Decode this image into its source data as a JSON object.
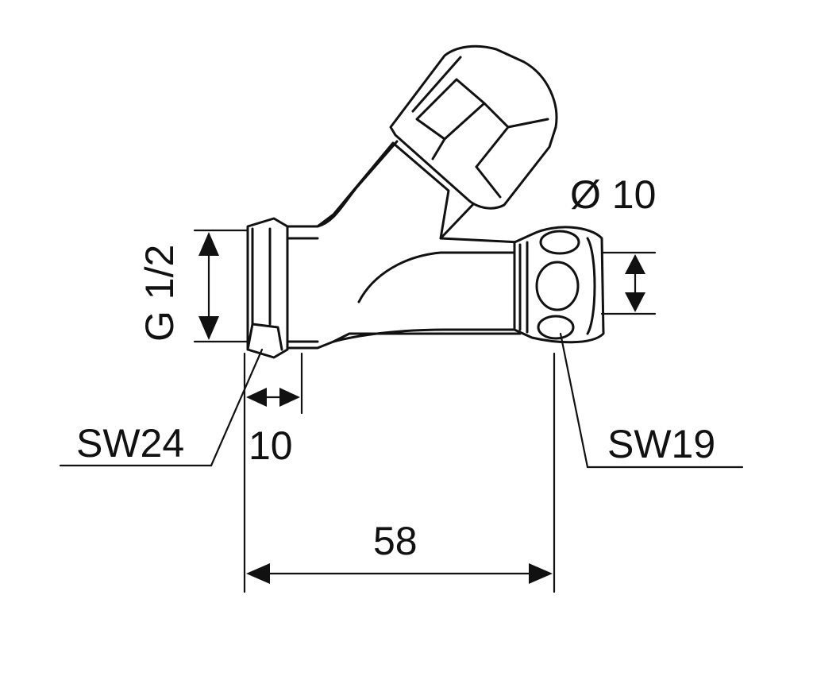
{
  "labels": {
    "thread": "G 1/2",
    "diameter": "Ø 10",
    "wrench_left": "SW24",
    "wrench_right": "SW19",
    "dim_small": "10",
    "dim_overall": "58"
  },
  "colors": {
    "line": "#111111",
    "background": "#ffffff"
  }
}
